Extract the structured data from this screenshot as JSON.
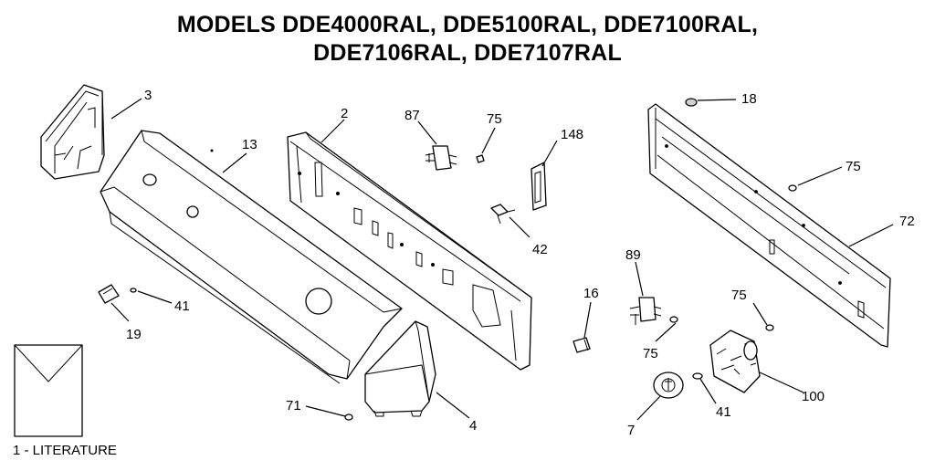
{
  "title": {
    "line1": "MODELS DDE4000RAL, DDE5100RAL, DDE7100RAL,",
    "line2": "DDE7106RAL, DDE7107RAL"
  },
  "labels": {
    "p3": "3",
    "p13": "13",
    "p2": "2",
    "p87": "87",
    "p75a": "75",
    "p148": "148",
    "p42": "42",
    "p18": "18",
    "p75b": "75",
    "p72": "72",
    "p41a": "41",
    "p19": "19",
    "p89": "89",
    "p16": "16",
    "p75c": "75",
    "p75d": "75",
    "p100": "100",
    "p7": "7",
    "p41b": "41",
    "p71": "71",
    "p4": "4",
    "literature": "1 - LITERATURE"
  }
}
